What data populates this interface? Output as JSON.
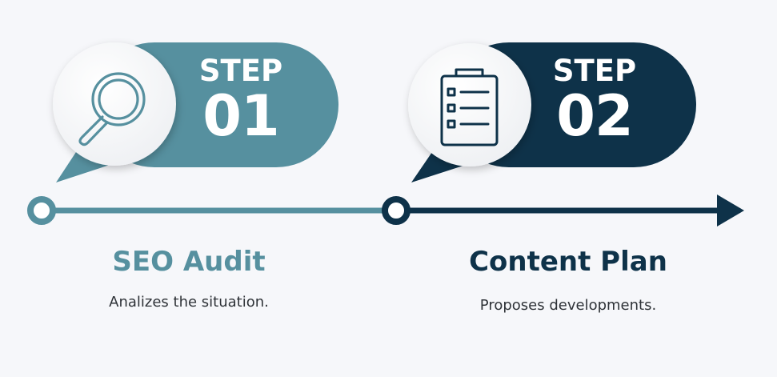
{
  "colors": {
    "background": "#f6f7fa",
    "step1_accent": "#56909f",
    "step2_accent": "#0e3249",
    "white": "#ffffff"
  },
  "steps": [
    {
      "word": "STEP",
      "number": "01",
      "title": "SEO Audit",
      "description": "Analizes the situation.",
      "icon": "magnifying-glass-icon"
    },
    {
      "word": "STEP",
      "number": "02",
      "title": "Content Plan",
      "description": "Proposes developments.",
      "icon": "clipboard-checklist-icon"
    }
  ]
}
